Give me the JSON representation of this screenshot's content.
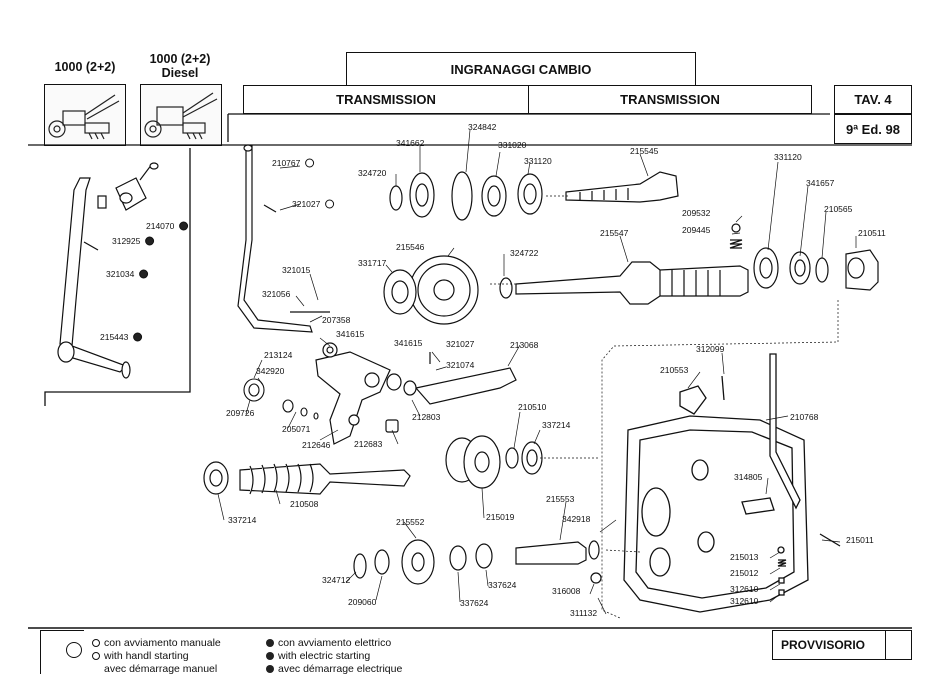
{
  "header": {
    "models": [
      {
        "label": "1000 (2+2)",
        "sublabel": ""
      },
      {
        "label": "1000 (2+2)",
        "sublabel": "Diesel"
      }
    ],
    "title": "INGRANAGGI CAMBIO",
    "subtitle_left": "TRANSMISSION",
    "subtitle_right": "TRANSMISSION",
    "table_ref": "TAV. 4",
    "edition": "9ª Ed. 98"
  },
  "parts": [
    {
      "code": "210767",
      "marker": "open"
    },
    {
      "code": "321027",
      "marker": "open"
    },
    {
      "code": "214070",
      "marker": "filled"
    },
    {
      "code": "312925",
      "marker": "filled"
    },
    {
      "code": "321034",
      "marker": "filled"
    },
    {
      "code": "215443",
      "marker": "filled"
    },
    {
      "code": "321015",
      "marker": "none"
    },
    {
      "code": "321056",
      "marker": "none"
    },
    {
      "code": "207358",
      "marker": "none"
    },
    {
      "code": "341615",
      "marker": "none"
    },
    {
      "code": "213124",
      "marker": "none"
    },
    {
      "code": "342920",
      "marker": "none"
    },
    {
      "code": "209726",
      "marker": "none"
    },
    {
      "code": "205071",
      "marker": "none"
    },
    {
      "code": "212646",
      "marker": "none"
    },
    {
      "code": "212683",
      "marker": "none"
    },
    {
      "code": "212803",
      "marker": "none"
    },
    {
      "code": "341615",
      "marker": "none"
    },
    {
      "code": "321027",
      "marker": "none"
    },
    {
      "code": "321074",
      "marker": "none"
    },
    {
      "code": "213068",
      "marker": "none"
    },
    {
      "code": "341662",
      "marker": "none"
    },
    {
      "code": "324842",
      "marker": "none"
    },
    {
      "code": "331020",
      "marker": "none"
    },
    {
      "code": "331120",
      "marker": "none"
    },
    {
      "code": "324720",
      "marker": "none"
    },
    {
      "code": "215545",
      "marker": "none"
    },
    {
      "code": "215546",
      "marker": "none"
    },
    {
      "code": "331717",
      "marker": "none"
    },
    {
      "code": "324722",
      "marker": "none"
    },
    {
      "code": "215547",
      "marker": "none"
    },
    {
      "code": "209532",
      "marker": "none"
    },
    {
      "code": "209445",
      "marker": "none"
    },
    {
      "code": "331120",
      "marker": "none"
    },
    {
      "code": "341657",
      "marker": "none"
    },
    {
      "code": "210565",
      "marker": "none"
    },
    {
      "code": "210511",
      "marker": "none"
    },
    {
      "code": "312099",
      "marker": "none"
    },
    {
      "code": "210553",
      "marker": "none"
    },
    {
      "code": "210768",
      "marker": "none"
    },
    {
      "code": "210510",
      "marker": "none"
    },
    {
      "code": "337214",
      "marker": "none"
    },
    {
      "code": "337214",
      "marker": "none"
    },
    {
      "code": "210508",
      "marker": "none"
    },
    {
      "code": "215019",
      "marker": "none"
    },
    {
      "code": "314805",
      "marker": "none"
    },
    {
      "code": "215553",
      "marker": "none"
    },
    {
      "code": "215552",
      "marker": "none"
    },
    {
      "code": "342918",
      "marker": "none"
    },
    {
      "code": "215011",
      "marker": "none"
    },
    {
      "code": "324712",
      "marker": "none"
    },
    {
      "code": "209060",
      "marker": "none"
    },
    {
      "code": "337624",
      "marker": "none"
    },
    {
      "code": "337624",
      "marker": "none"
    },
    {
      "code": "316008",
      "marker": "none"
    },
    {
      "code": "311132",
      "marker": "none"
    },
    {
      "code": "215013",
      "marker": "none"
    },
    {
      "code": "215012",
      "marker": "none"
    },
    {
      "code": "312610",
      "marker": "none"
    },
    {
      "code": "312610",
      "marker": "none"
    }
  ],
  "legend": {
    "manual": [
      "con avviamento manuale",
      "with handl starting",
      "avec démarrage manuel"
    ],
    "electric": [
      "con avviamento elettrico",
      "with electric starting",
      "avec démarrage electrique"
    ]
  },
  "footer": {
    "status": "PROVVISORIO"
  },
  "colors": {
    "ink": "#111111",
    "paper": "#ffffff"
  }
}
